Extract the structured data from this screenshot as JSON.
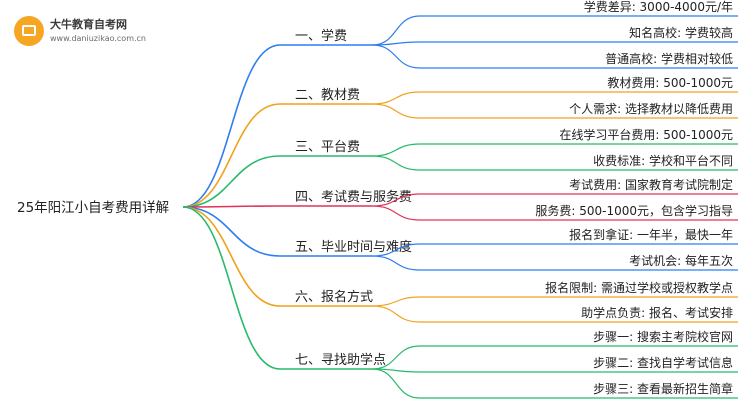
{
  "logo": {
    "title": "大牛教育自考网",
    "subtitle": "www.daniuzikao.com.cn",
    "icon": "book-icon"
  },
  "root": {
    "label": "25年阳江小自考费用详解"
  },
  "branches": [
    {
      "label": "一、学费",
      "color": "#2e7df0",
      "leaves": [
        "学费差异: 3000-4000元/年",
        "知名高校: 学费较高",
        "普通高校: 学费相对较低"
      ]
    },
    {
      "label": "二、教材费",
      "color": "#f0a21c",
      "leaves": [
        "教材费用: 500-1000元",
        "个人需求: 选择教材以降低费用"
      ]
    },
    {
      "label": "三、平台费",
      "color": "#27ba6a",
      "leaves": [
        "在线学习平台费用: 500-1000元",
        "收费标准: 学校和平台不同"
      ]
    },
    {
      "label": "四、考试费与服务费",
      "color": "#e0345a",
      "leaves": [
        "考试费用: 国家教育考试院制定",
        "服务费: 500-1000元，包含学习指导"
      ]
    },
    {
      "label": "五、毕业时间与难度",
      "color": "#2e7df0",
      "leaves": [
        "报名到拿证: 一年半，最快一年",
        "考试机会: 每年五次"
      ]
    },
    {
      "label": "六、报名方式",
      "color": "#f0a21c",
      "leaves": [
        "报名限制: 需通过学校或授权教学点",
        "助学点负责: 报名、考试安排"
      ]
    },
    {
      "label": "七、寻找助学点",
      "color": "#27ba6a",
      "leaves": [
        "步骤一: 搜索主考院校官网",
        "步骤二: 查找自学考试信息",
        "步骤三: 查看最新招生简章"
      ]
    }
  ]
}
